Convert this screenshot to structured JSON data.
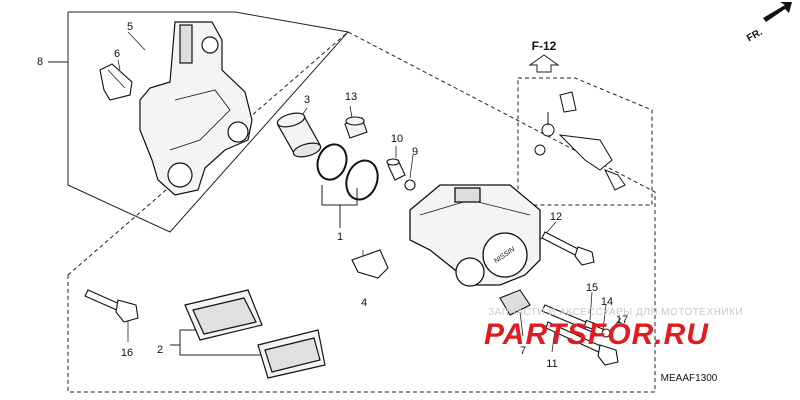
{
  "direction": {
    "label": "FR."
  },
  "reference": {
    "label": "F-12"
  },
  "diagram_code": "MEAAF1300",
  "callouts": {
    "c1": "1",
    "c2": "2",
    "c3": "3",
    "c4": "4",
    "c5": "5",
    "c6": "6",
    "c7": "7",
    "c8": "8",
    "c9": "9",
    "c10": "10",
    "c11": "11",
    "c12": "12",
    "c13": "13",
    "c14": "14",
    "c15": "15",
    "c16": "16",
    "c17": "17"
  },
  "caliper_brand": "NISSIN",
  "watermark": {
    "top_line": "ЗАПЧАСТИ И АКСЕССУАРЫ ДЛЯ МОТОТЕХНИКИ",
    "brand_left": "PARTS",
    "brand_right": "FOR.RU",
    "brand_left_color": "#e11b22",
    "brand_right_color": "#e11b22"
  },
  "colors": {
    "line": "#111111",
    "part_fill": "#f4f4f4",
    "shade": "#cfcfcf"
  }
}
